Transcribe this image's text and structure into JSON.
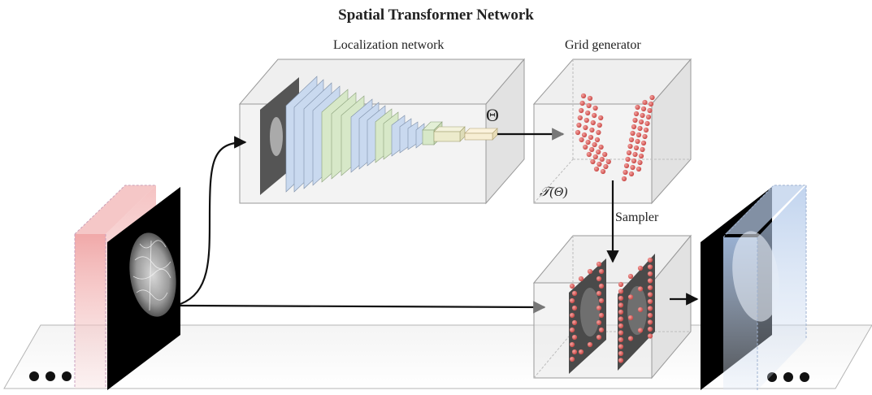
{
  "title": "Spatial Transformer Network",
  "labels": {
    "localization": "Localization  network",
    "grid_generator": "Grid generator",
    "sampler": "Sampler",
    "theta": "Θ",
    "transform": "𝒯(Θ)"
  },
  "colors": {
    "input_volume": "#f2b6b6",
    "output_volume": "#b9cdea",
    "box_edge": "#9a9a9a",
    "box_fill": "#e9e9e9",
    "grid_point": "#d9534f",
    "layer_blue": "#c9d9ef",
    "layer_green": "#d7e8c8",
    "slice": "#000000"
  },
  "icons": {
    "left_more": "ellipsis-icon",
    "right_more": "ellipsis-icon"
  }
}
